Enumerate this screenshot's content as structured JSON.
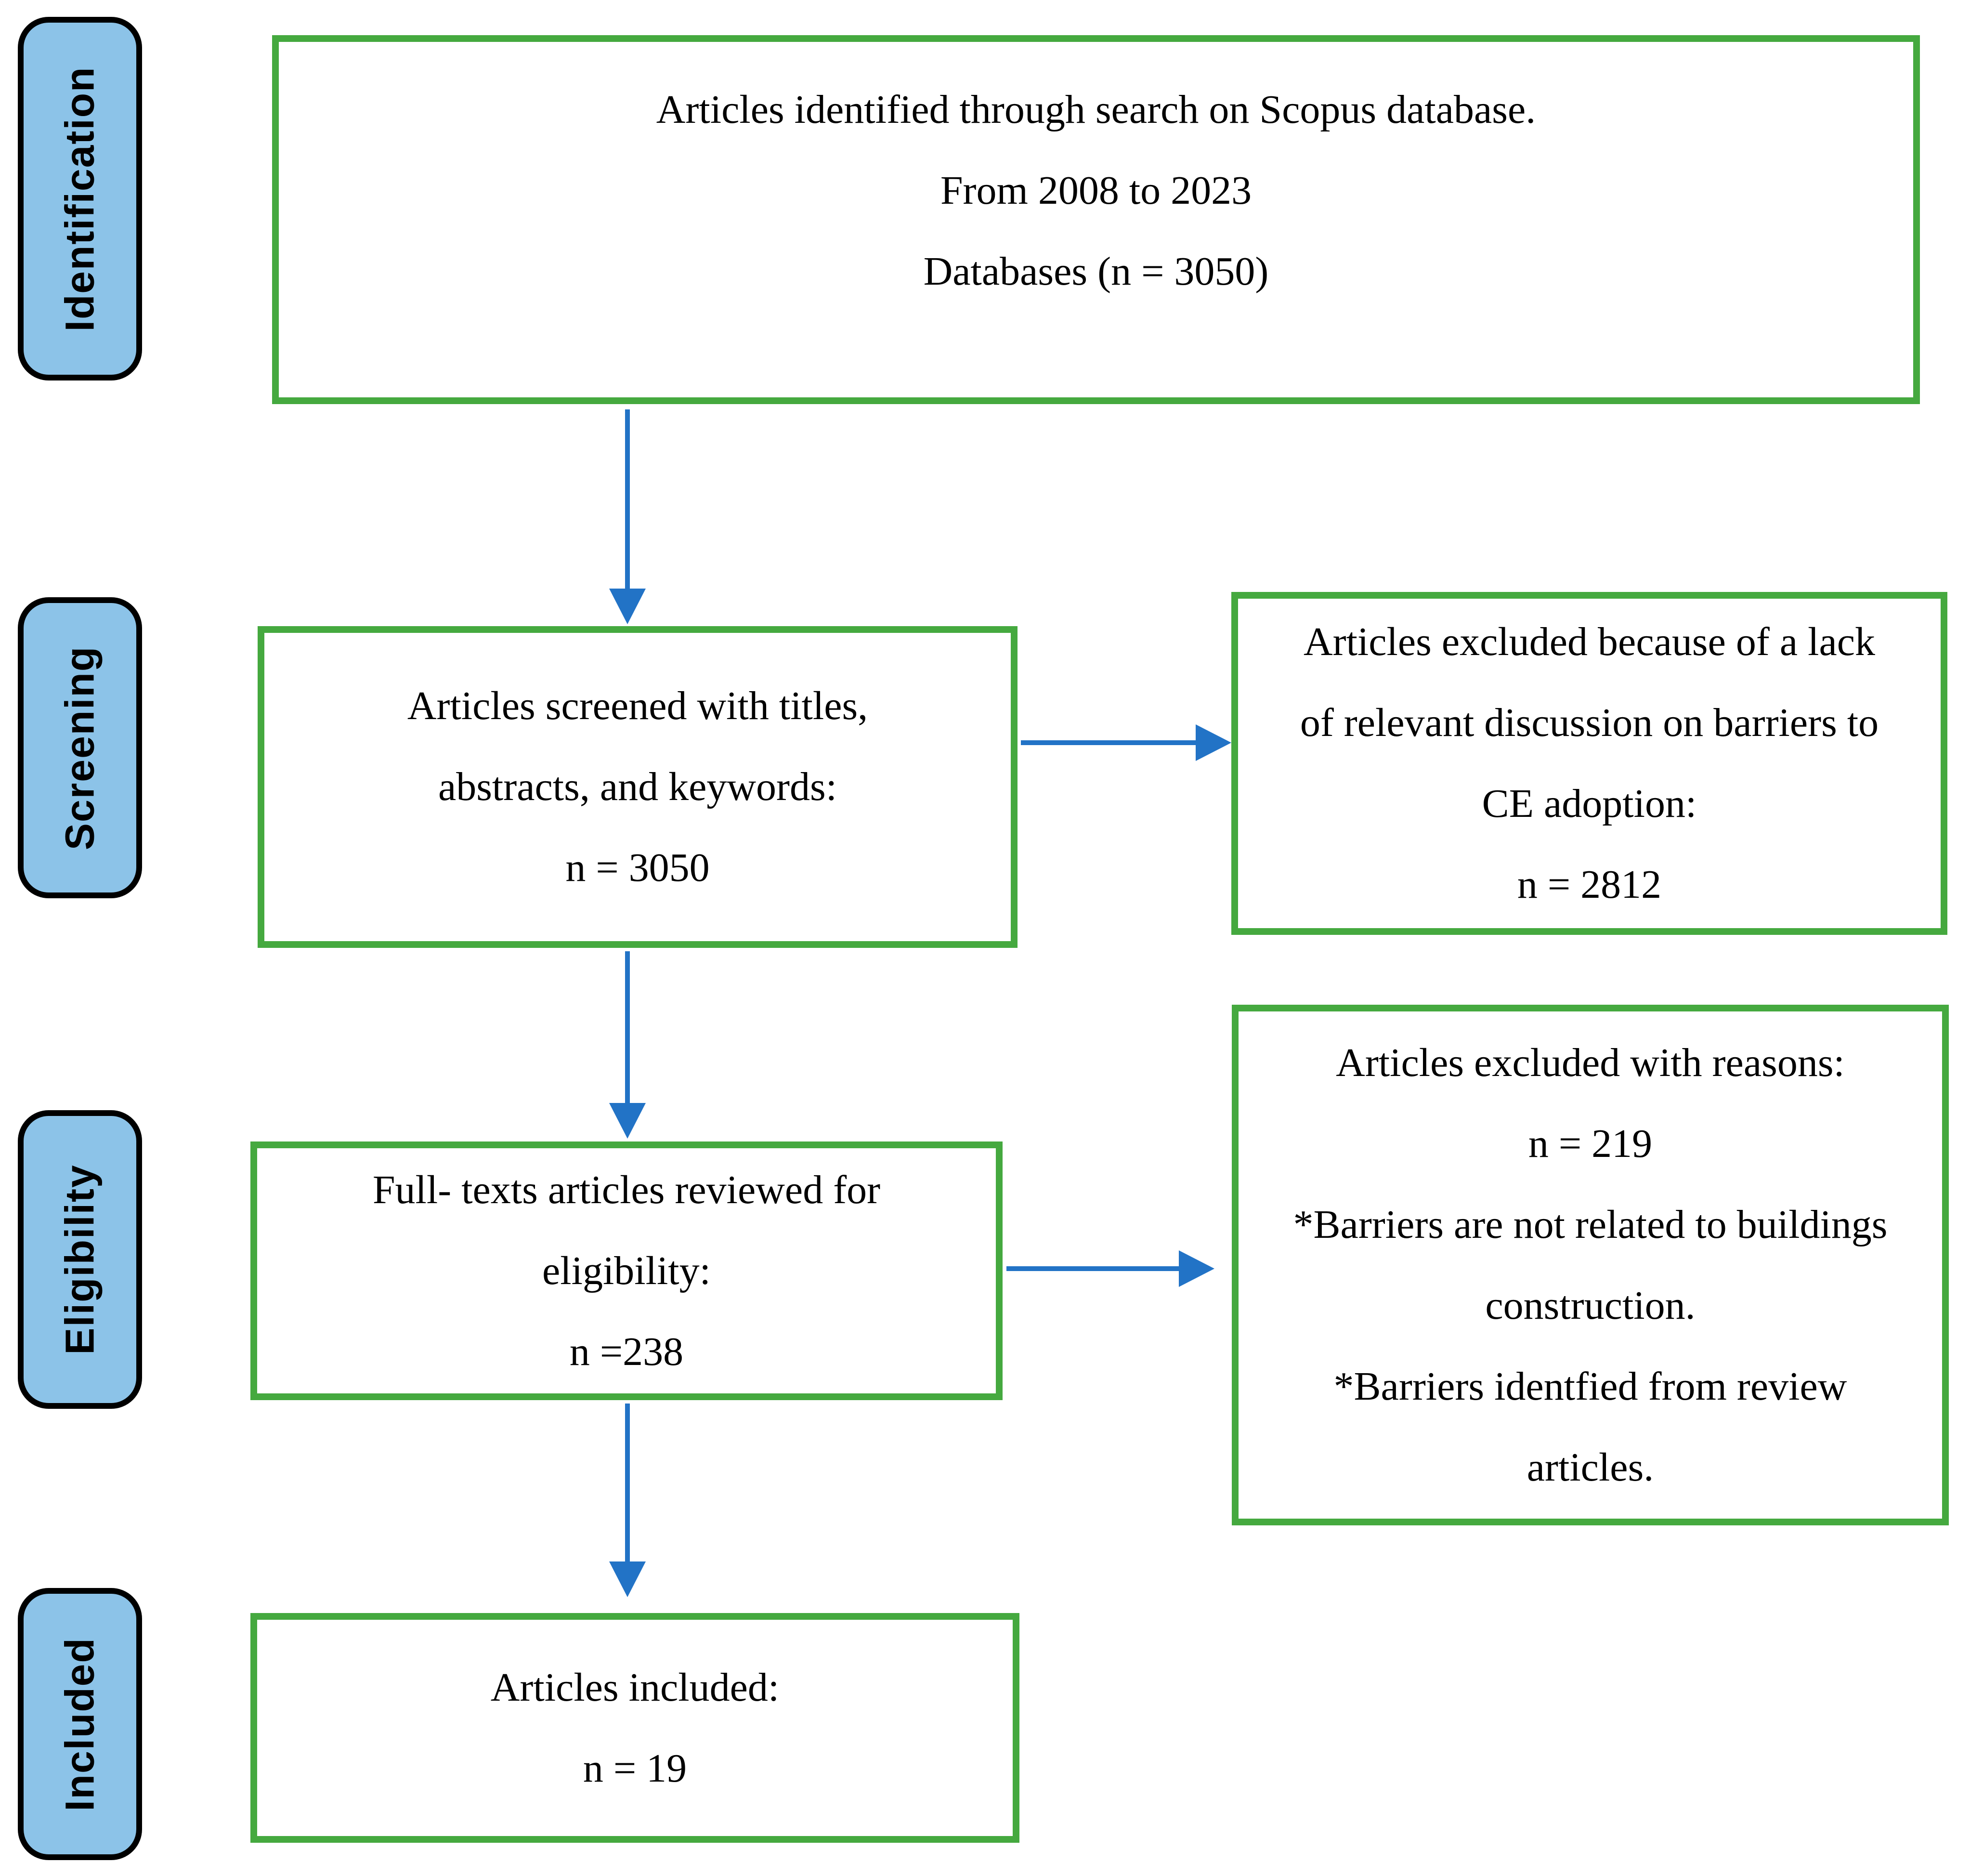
{
  "diagram": {
    "stages": [
      {
        "id": "identification",
        "label": "Identification"
      },
      {
        "id": "screening",
        "label": "Screening"
      },
      {
        "id": "eligibility",
        "label": "Eligibility"
      },
      {
        "id": "included",
        "label": "Included"
      }
    ],
    "boxes": {
      "identified": {
        "lines": [
          "Articles identified through search on Scopus database.",
          "From 2008 to 2023",
          "Databases (n = 3050)"
        ]
      },
      "screened": {
        "lines": [
          "Articles screened with titles,",
          "abstracts, and keywords:",
          "n = 3050"
        ]
      },
      "excluded_screening": {
        "lines": [
          "Articles excluded because of a lack",
          "of relevant discussion on barriers to",
          "CE adoption:",
          "n = 2812"
        ]
      },
      "eligibility_review": {
        "lines": [
          "Full- texts articles reviewed for",
          "eligibility:",
          "n =238"
        ]
      },
      "excluded_eligibility": {
        "lines": [
          "Articles excluded with reasons:",
          "n = 219",
          "*Barriers are not related to buildings",
          "construction.",
          "*Barriers identfied from review",
          "articles."
        ]
      },
      "included_articles": {
        "lines": [
          "Articles included:",
          "n = 19"
        ]
      }
    },
    "colors": {
      "stage_fill": "#8CC3E8",
      "stage_border": "#000000",
      "box_border": "#45A93F",
      "arrow": "#2273C6",
      "text": "#000000",
      "background": "#FFFFFF"
    }
  }
}
